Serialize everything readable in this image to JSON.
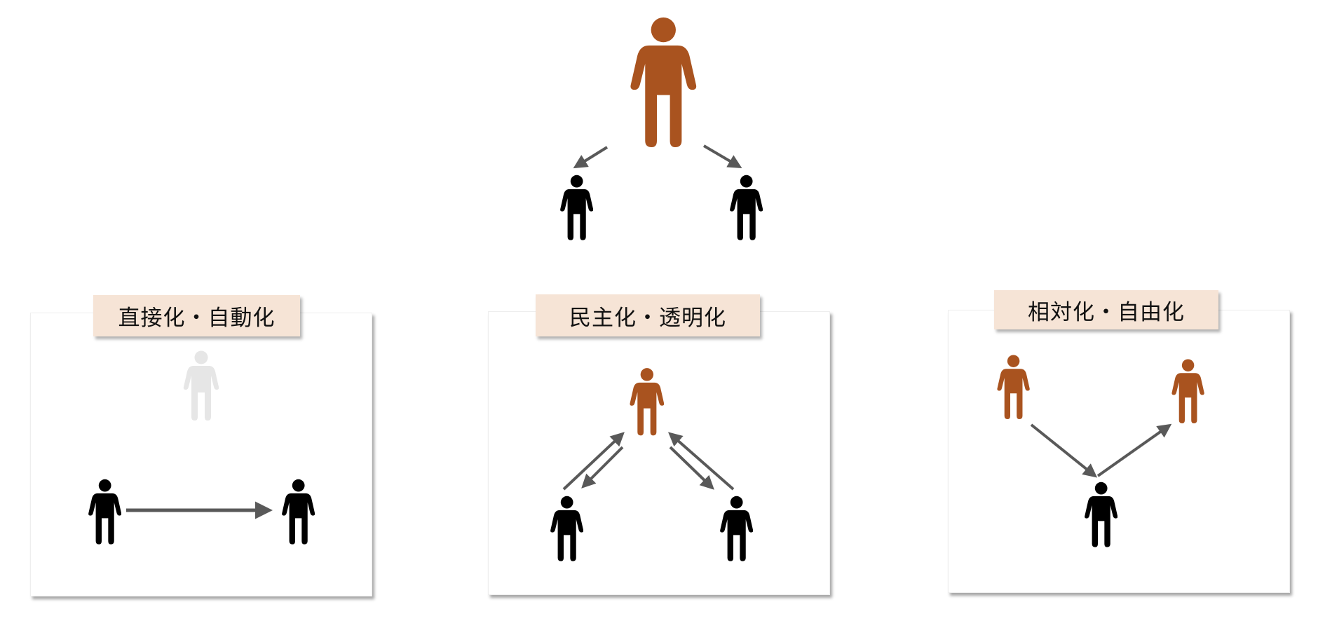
{
  "colors": {
    "leader": "#a9531f",
    "person": "#000000",
    "faded": "#e6e6e6",
    "arrow": "#595959",
    "label_bg": "#f6e4d6"
  },
  "panels": [
    {
      "label": "直接化・自動化"
    },
    {
      "label": "民主化・透明化"
    },
    {
      "label": "相対化・自由化"
    }
  ]
}
